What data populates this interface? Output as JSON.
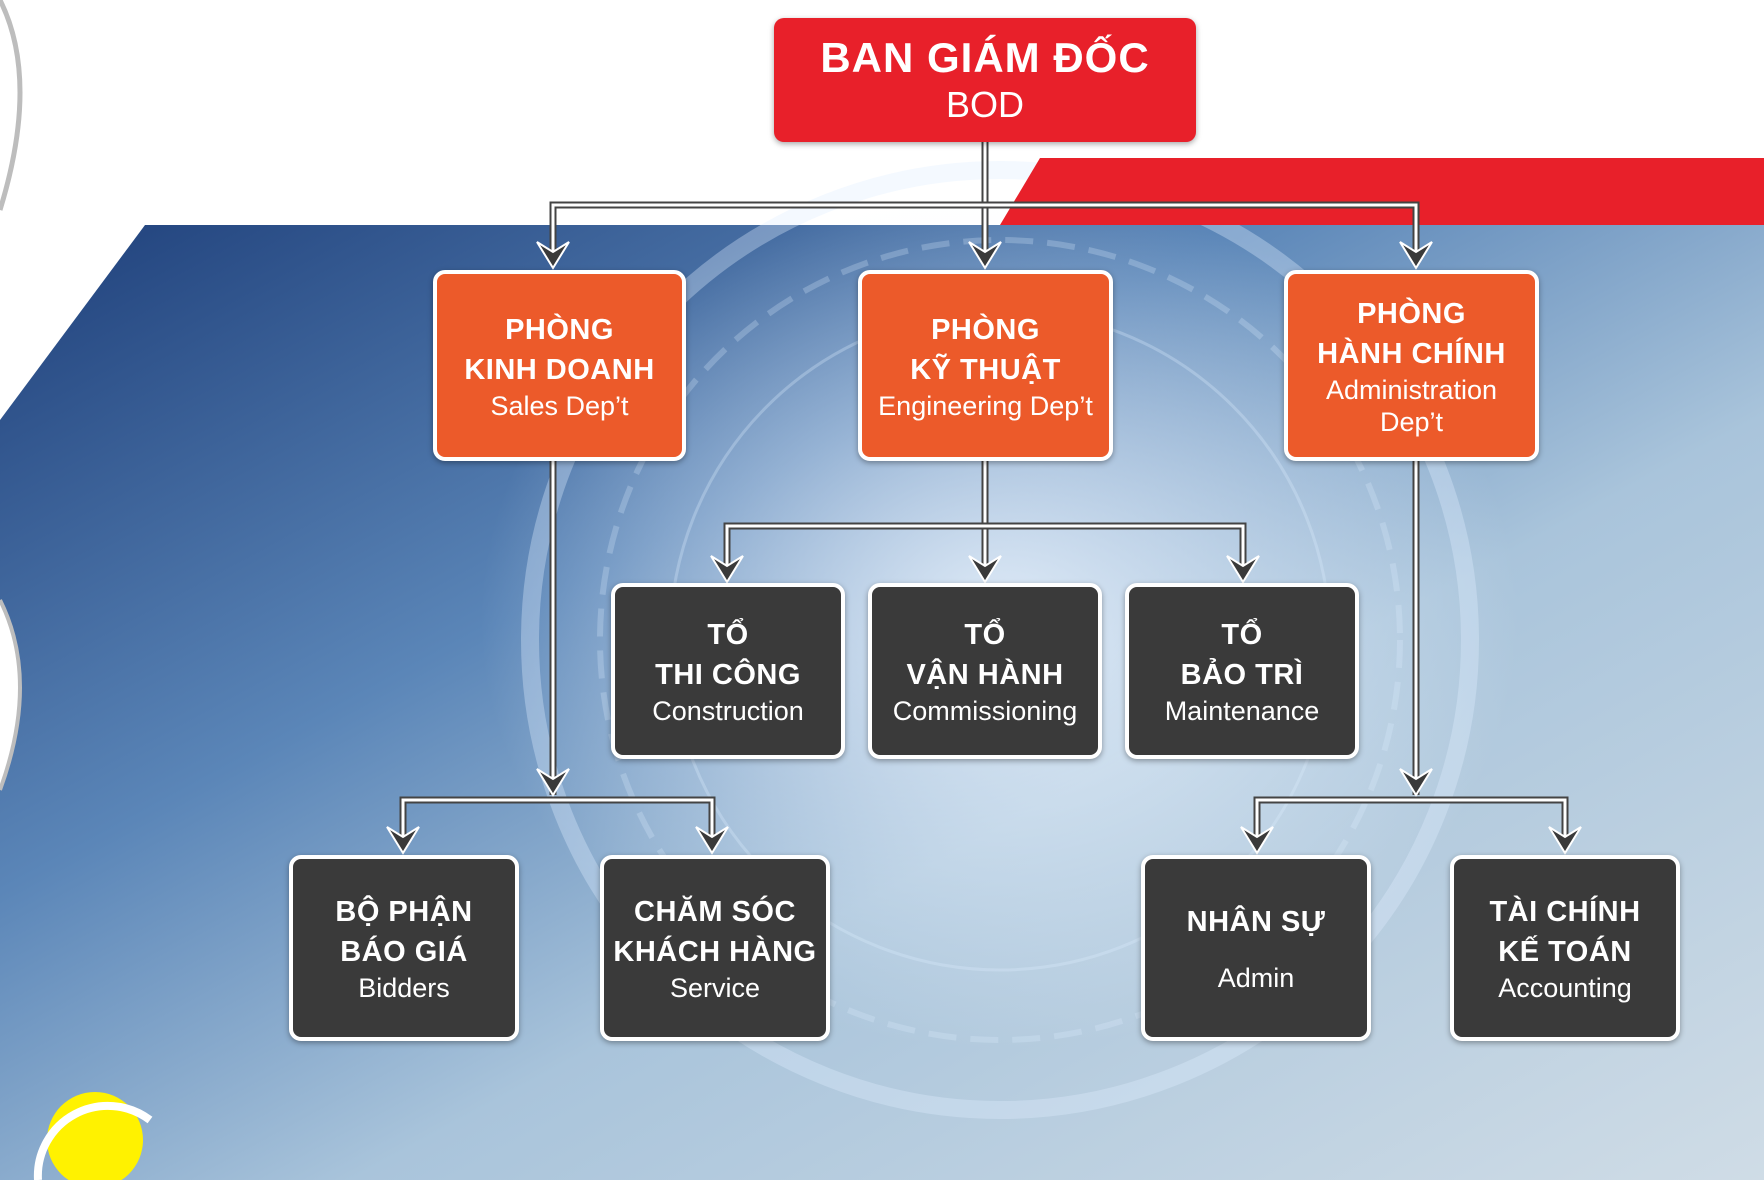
{
  "bod": {
    "title": "BAN GIÁM ĐỐC",
    "sub": "BOD"
  },
  "depts": [
    {
      "l1": "PHÒNG",
      "l2": "KINH DOANH",
      "sub": "Sales Dep’t"
    },
    {
      "l1": "PHÒNG",
      "l2": "KỸ THUẬT",
      "sub": "Engineering Dep’t"
    },
    {
      "l1": "PHÒNG",
      "l2": "HÀNH CHÍNH",
      "sub": "Administration\nDep’t"
    }
  ],
  "teams": [
    {
      "l1": "TỔ",
      "l2": "THI CÔNG",
      "sub": "Construction"
    },
    {
      "l1": "TỔ",
      "l2": "VẬN HÀNH",
      "sub": "Commissioning"
    },
    {
      "l1": "TỔ",
      "l2": "BẢO TRÌ",
      "sub": "Maintenance"
    }
  ],
  "units": [
    {
      "l1": "BỘ PHẬN",
      "l2": "BÁO GIÁ",
      "sub": "Bidders"
    },
    {
      "l1": "CHĂM SÓC",
      "l2": "KHÁCH HÀNG",
      "sub": "Service"
    },
    {
      "l1": "NHÂN SỰ",
      "l2": "",
      "sub": "Admin"
    },
    {
      "l1": "TÀI CHÍNH",
      "l2": "KẾ TOÁN",
      "sub": "Accounting"
    }
  ],
  "colors": {
    "bod": "#e8202a",
    "dept": "#ec5a2a",
    "unit": "#3a3a3a",
    "connector": "#ffffff",
    "accent_yellow": "#fff200"
  }
}
